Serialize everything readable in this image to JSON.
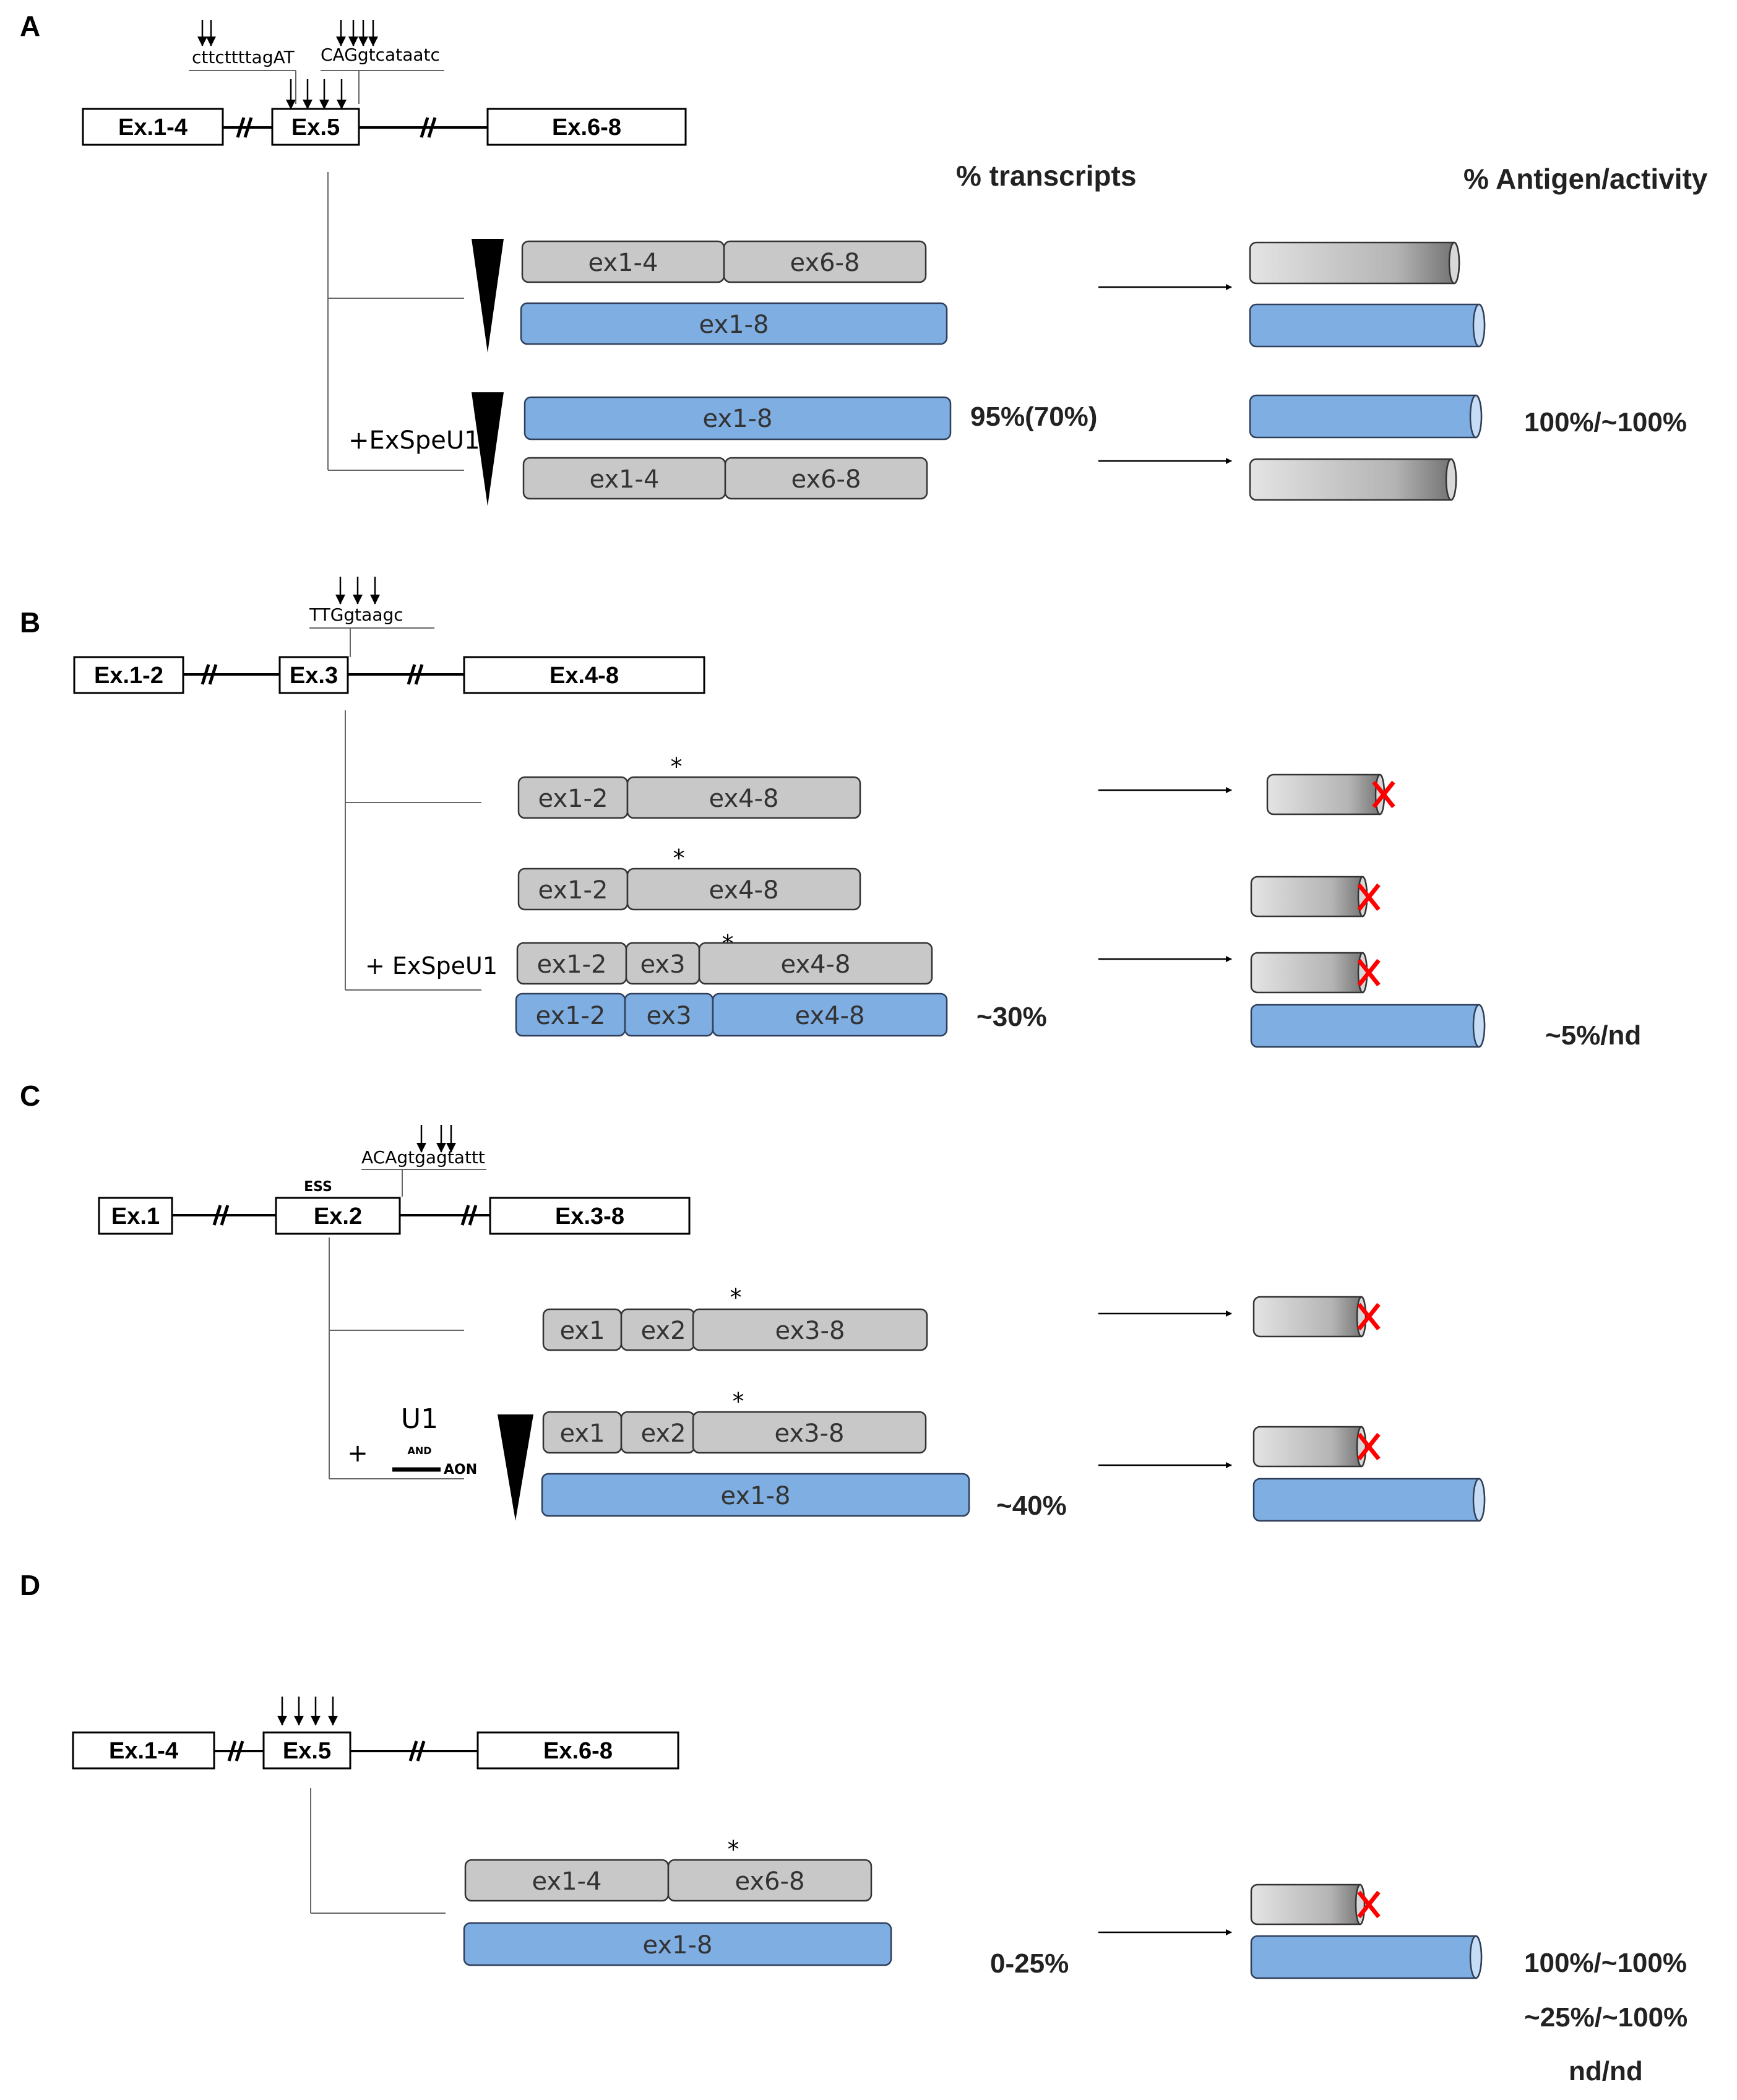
{
  "colors": {
    "transcript_gray": "#c8c8c8",
    "transcript_blue": "#7faee3",
    "cross_red": "#ff0000",
    "text_gray": "#333333"
  },
  "headers": {
    "transcripts": "% transcripts",
    "antigen": "% Antigen/activity"
  },
  "panelA": {
    "letter": "A",
    "seq_left": "cttcttttagAT",
    "seq_right": "CAGgtcataatc",
    "exon_left": "Ex.1-4",
    "exon_mid": "Ex.5",
    "exon_right": "Ex.6-8",
    "treatment": "+ExSpeU1",
    "tx1_a": "ex1-4",
    "tx1_b": "ex6-8",
    "tx2": "ex1-8",
    "tx3": "ex1-8",
    "tx4_a": "ex1-4",
    "tx4_b": "ex6-8",
    "pct_transcripts": "95%(70%)",
    "pct_antigen": "100%/~100%"
  },
  "panelB": {
    "letter": "B",
    "seq": "TTGgtaagc",
    "exon_left": "Ex.1-2",
    "exon_mid": "Ex.3",
    "exon_right": "Ex.4-8",
    "treatment": "+ ExSpeU1",
    "star": "*",
    "tx1_a": "ex1-2",
    "tx1_b": "ex4-8",
    "tx2_a": "ex1-2",
    "tx2_b": "ex4-8",
    "tx3_a": "ex1-2",
    "tx3_b": "ex3",
    "tx3_c": "ex4-8",
    "tx4_a": "ex1-2",
    "tx4_b": "ex3",
    "tx4_c": "ex4-8",
    "pct_transcripts": "~30%",
    "pct_antigen": "~5%/nd"
  },
  "panelC": {
    "letter": "C",
    "seq": "ACAgtgagtattt",
    "ess": "ESS",
    "exon_left": "Ex.1",
    "exon_mid": "Ex.2",
    "exon_right": "Ex.3-8",
    "plus": "+",
    "u1": "U1",
    "and": "AND",
    "aon": "AON",
    "star": "*",
    "tx1_a": "ex1",
    "tx1_b": "ex2",
    "tx1_c": "ex3-8",
    "tx2_a": "ex1",
    "tx2_b": "ex2",
    "tx2_c": "ex3-8",
    "tx3": "ex1-8",
    "pct_transcripts": "~40%"
  },
  "panelD": {
    "letter": "D",
    "exon_left": "Ex.1-4",
    "exon_mid": "Ex.5",
    "exon_right": "Ex.6-8",
    "star": "*",
    "tx1_a": "ex1-4",
    "tx1_b": "ex6-8",
    "tx2": "ex1-8",
    "pct_transcripts": "0-25%",
    "pct_antigen_1": "100%/~100%",
    "pct_antigen_2": "~25%/~100%",
    "pct_antigen_3": "nd/nd"
  }
}
